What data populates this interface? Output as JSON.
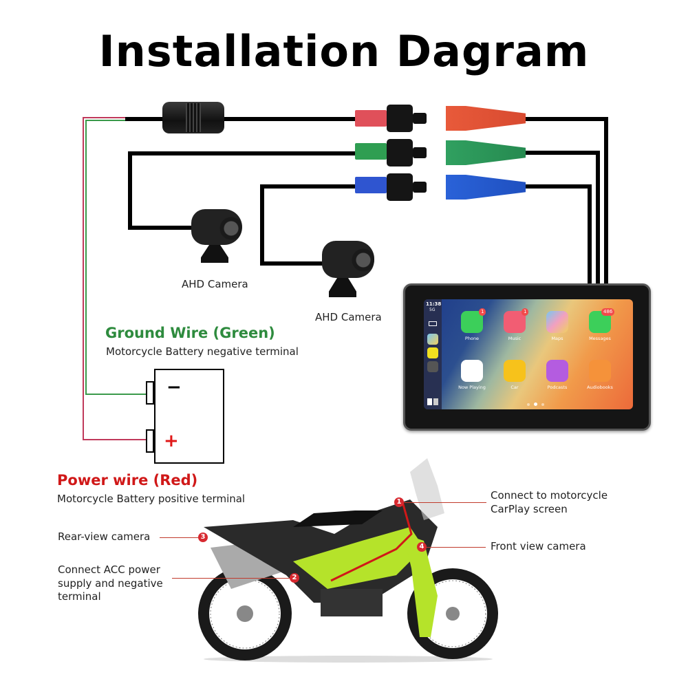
{
  "title": "Installation Dagram",
  "cameras": [
    {
      "label": "AHD Camera"
    },
    {
      "label": "AHD Camera"
    }
  ],
  "ground_wire": {
    "heading": "Ground Wire (Green)",
    "description": "Motorcycle Battery negative terminal",
    "color": "#2e8b3e"
  },
  "power_wire": {
    "heading": "Power wire (Red)",
    "description": "Motorcycle Battery positive terminal",
    "color": "#d01818"
  },
  "battery": {
    "negative_symbol": "−",
    "positive_symbol": "+"
  },
  "connectors": [
    {
      "color": "red",
      "hex": "#e0505a"
    },
    {
      "color": "green",
      "hex": "#2f9e52"
    },
    {
      "color": "blue",
      "hex": "#2f55d0"
    }
  ],
  "screen": {
    "time": "11:38",
    "signal": "5G",
    "apps": [
      {
        "name": "Phone",
        "badge": "1",
        "color": "#3ccf5a"
      },
      {
        "name": "Music",
        "badge": "1",
        "color": "#f25d73"
      },
      {
        "name": "Maps",
        "badge": "",
        "color": "#7ac7f0"
      },
      {
        "name": "Messages",
        "badge": "486",
        "color": "#3ccf5a"
      },
      {
        "name": "Now Playing",
        "badge": "",
        "color": "#ffffff"
      },
      {
        "name": "Car",
        "badge": "",
        "color": "#f7c21b"
      },
      {
        "name": "Podcasts",
        "badge": "",
        "color": "#b45ce0"
      },
      {
        "name": "Audiobooks",
        "badge": "",
        "color": "#f5923a"
      }
    ],
    "page_dots": 3,
    "active_page": 2
  },
  "callouts": [
    {
      "num": "1",
      "label_line1": "Connect to motorcycle",
      "label_line2": "CarPlay screen"
    },
    {
      "num": "2",
      "label_line1": "Connect ACC power",
      "label_line2": "supply and negative",
      "label_line3": "terminal"
    },
    {
      "num": "3",
      "label_line1": "Rear-view camera"
    },
    {
      "num": "4",
      "label_line1": "Front view camera"
    }
  ]
}
